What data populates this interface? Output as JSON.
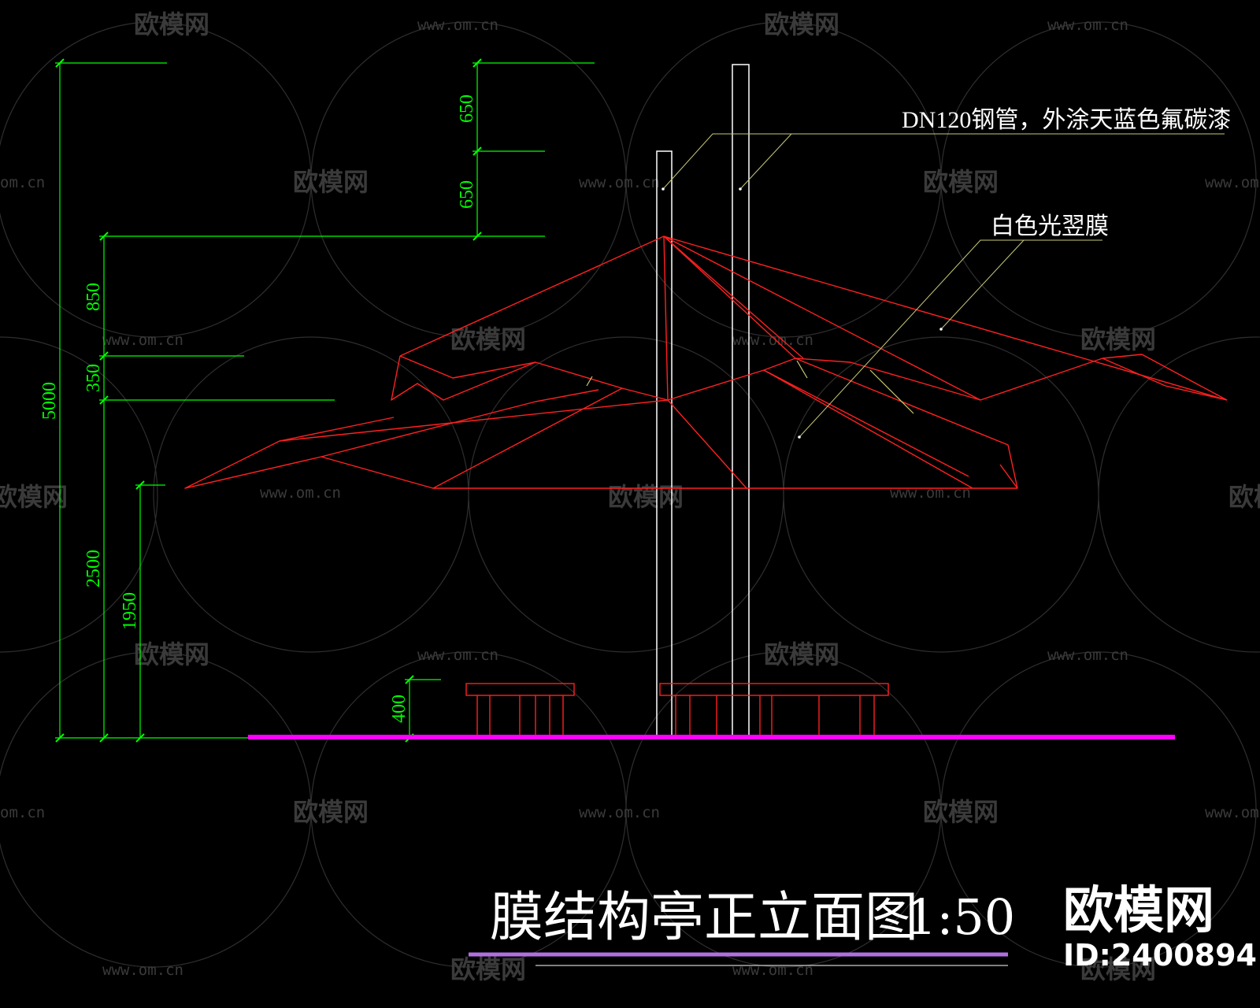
{
  "title": {
    "main": "膜结构亭正立面图",
    "scale": "1:50"
  },
  "annotations": {
    "pipe": "DN120钢管，外涂天蓝色氟碳漆",
    "membrane": "白色光翌膜"
  },
  "dimensions": {
    "total": "5000",
    "d_650_top": "650",
    "d_650_bottom": "650",
    "d_850": "850",
    "d_350": "350",
    "d_2500": "2500",
    "d_1950": "1950",
    "d_400": "400"
  },
  "brand": {
    "name": "欧模网",
    "id": "ID:2400894"
  },
  "watermark": {
    "logo_text": "欧模网",
    "url": "www.om.cn",
    "url_short": "om.cn"
  },
  "colors": {
    "background": "#000000",
    "dimension": "#00ff00",
    "membrane": "#ff2020",
    "structure": "#ffffff",
    "bench": "#ff2020",
    "ground": "#ff00ff",
    "title_underline": "#b070e0",
    "watermark": "#6a6a6a"
  }
}
